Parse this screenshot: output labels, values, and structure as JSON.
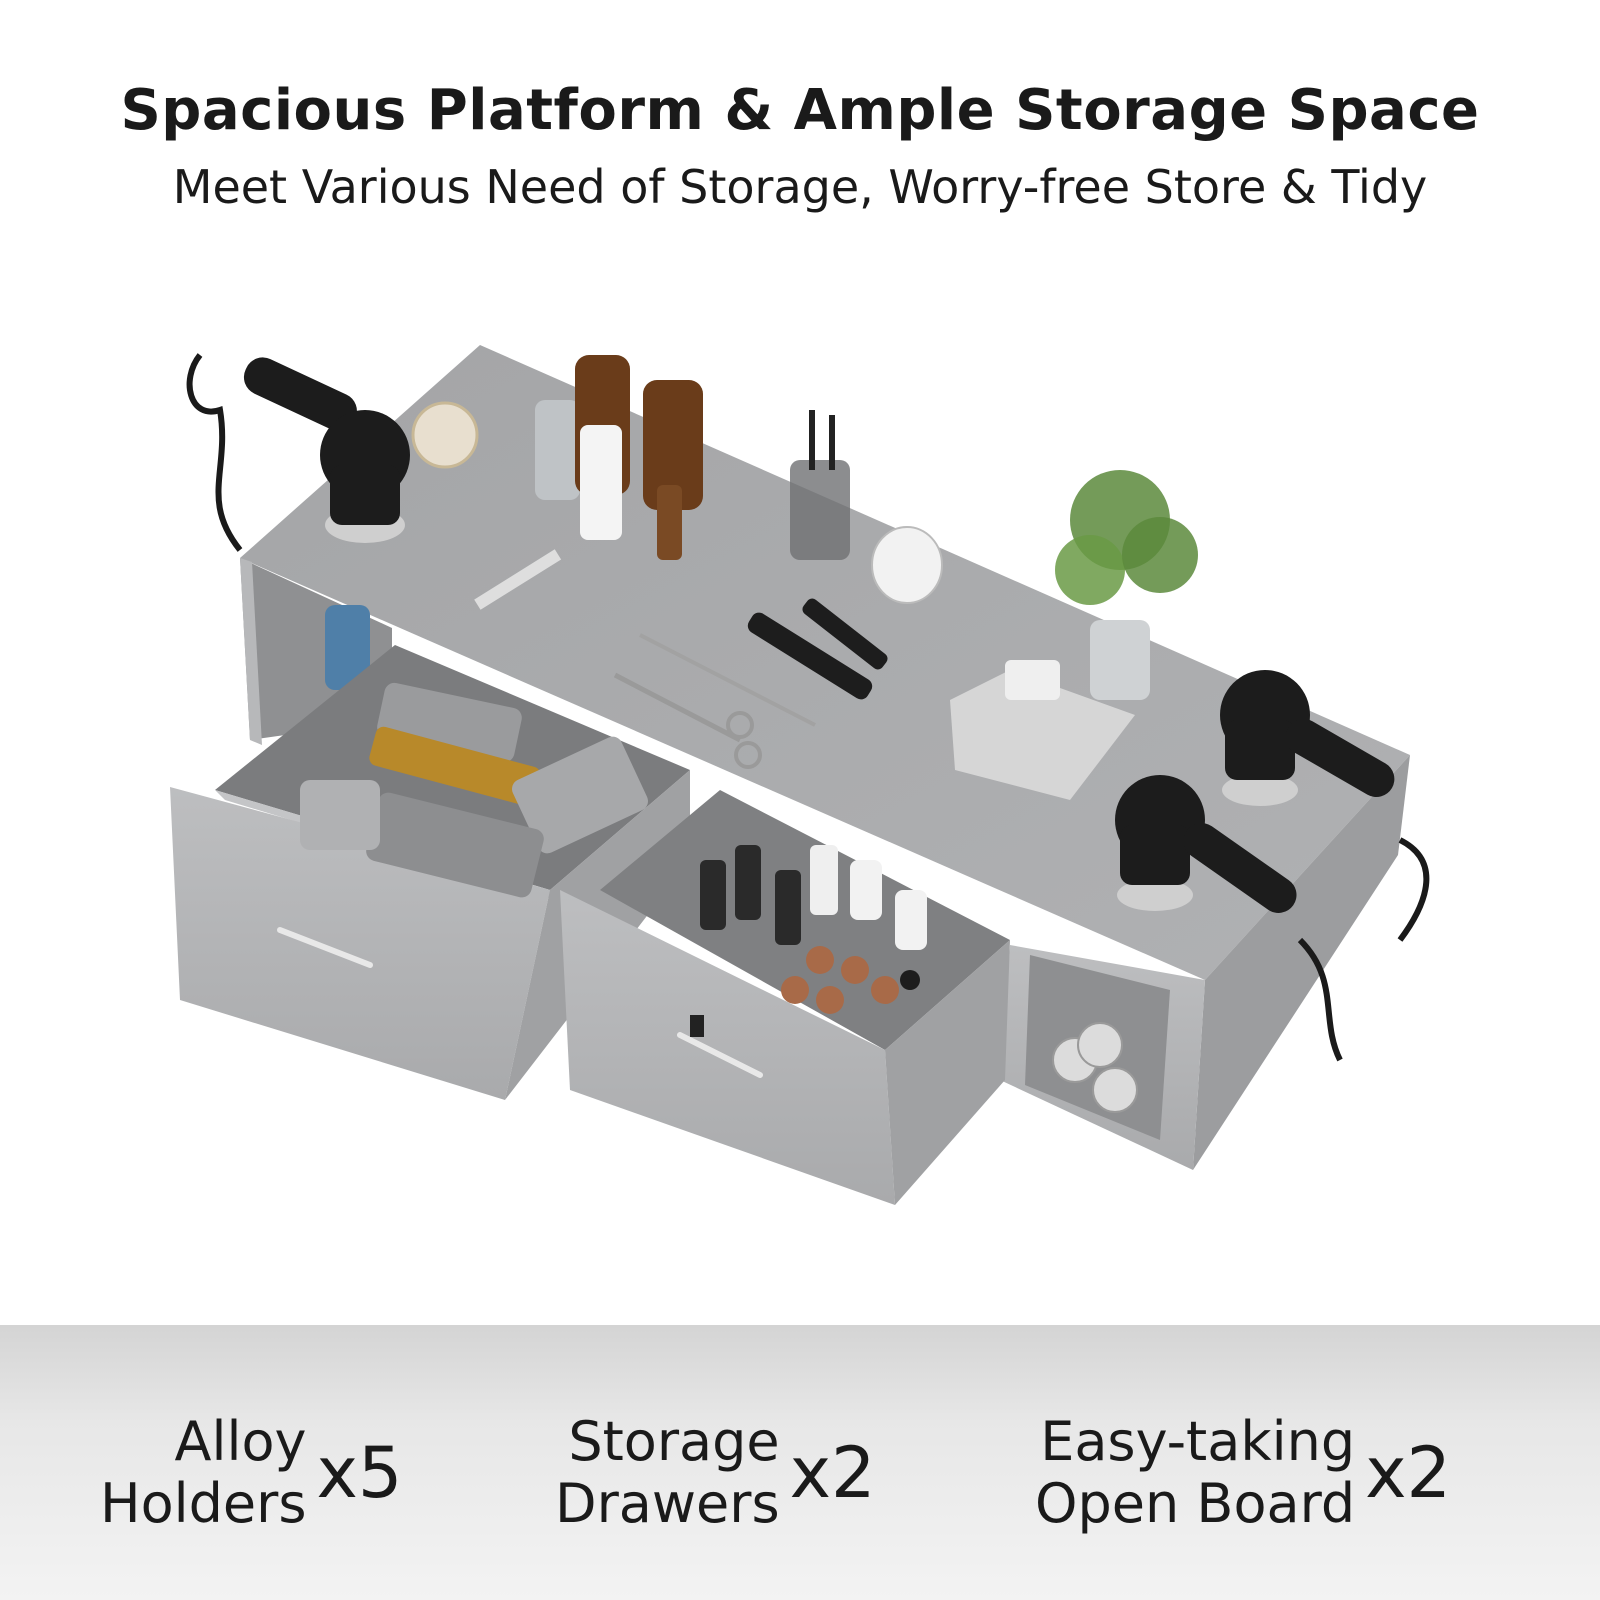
{
  "header": {
    "title": "Spacious Platform & Ample Storage Space",
    "subtitle": "Meet Various Need of Storage, Worry-free Store & Tidy"
  },
  "features": [
    {
      "line1": "Alloy",
      "line2": "Holders",
      "count": "x5"
    },
    {
      "line1": "Storage",
      "line2": "Drawers",
      "count": "x2"
    },
    {
      "line1": "Easy-taking",
      "line2": "Open Board",
      "count": "x2"
    }
  ],
  "colors": {
    "cabinet_top": "#a9aaac",
    "cabinet_front": "#b3b4b6",
    "cabinet_side": "#9c9d9f",
    "dryer": "#1c1c1c",
    "band_top": "#d4d4d4",
    "band_bottom": "#f3f3f3"
  },
  "icons": [
    "hair-dryer-icon",
    "bottle-icon",
    "comb-icon",
    "scissors-icon",
    "razor-icon",
    "plant-icon",
    "towel-icon"
  ]
}
